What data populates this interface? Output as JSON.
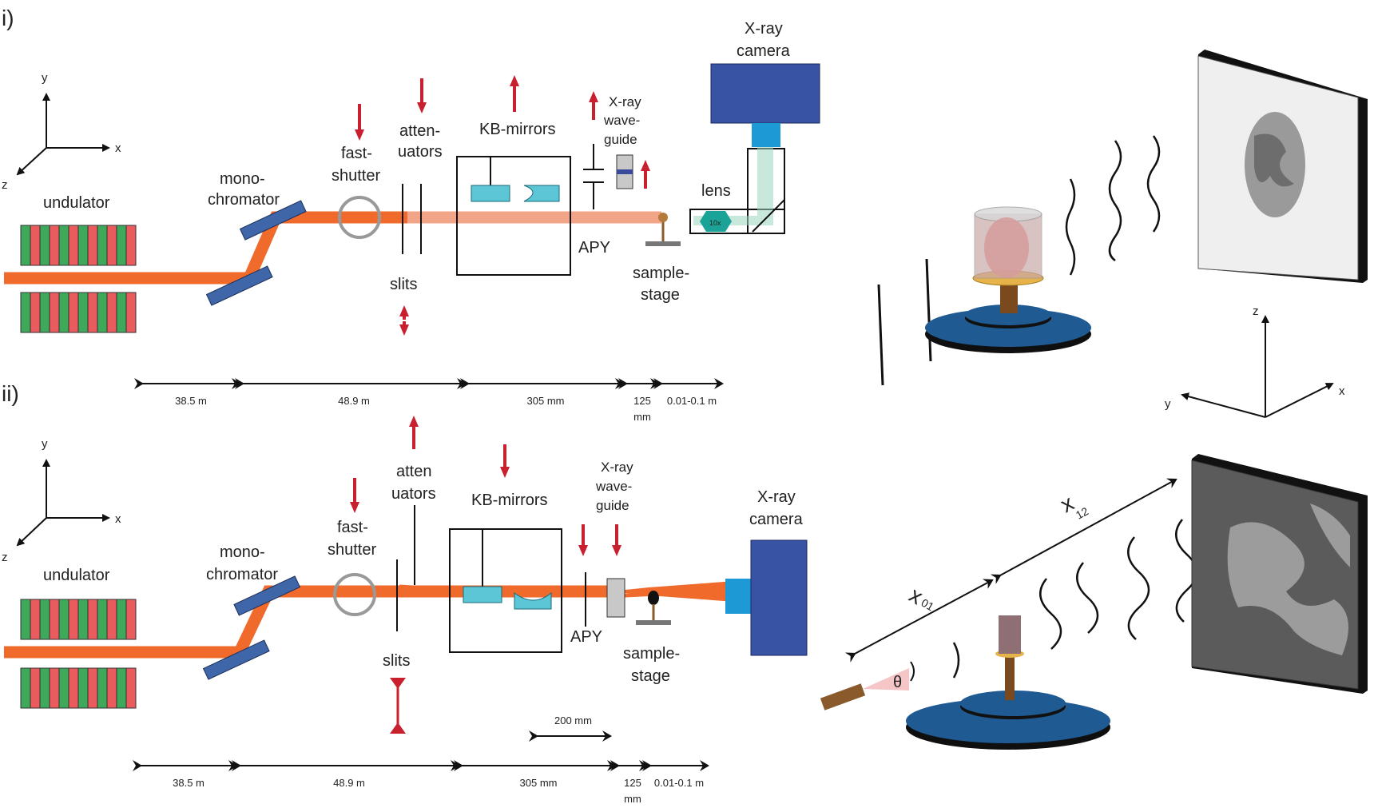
{
  "panel_i": {
    "label": "i)",
    "axes": {
      "y": "y",
      "x": "x",
      "z": "z"
    },
    "undulator": "undulator",
    "mono1": "mono-",
    "mono2": "chromator",
    "shutter1": "fast-",
    "shutter2": "shutter",
    "atten1": "atten-",
    "atten2": "uators",
    "slits": "slits",
    "kb": "KB-mirrors",
    "wg1": "X-ray",
    "wg2": "wave-",
    "wg3": "guide",
    "apy": "APY",
    "lens": "lens",
    "lens_mag": "10x",
    "cam1": "X-ray",
    "cam2": "camera",
    "stage1": "sample-",
    "stage2": "stage",
    "dims": [
      "38.5 m",
      "48.9 m",
      "305 mm",
      "125",
      "mm",
      "0.01-0.1 m"
    ]
  },
  "panel_ii": {
    "label": "ii)",
    "axes": {
      "y": "y",
      "x": "x",
      "z": "z"
    },
    "undulator": "undulator",
    "mono1": "mono-",
    "mono2": "chromator",
    "shutter1": "fast-",
    "shutter2": "shutter",
    "atten1": "atten",
    "atten2": "uators",
    "slits": "slits",
    "kb": "KB-mirrors",
    "wg1": "X-ray",
    "wg2": "wave-",
    "wg3": "guide",
    "apy": "APY",
    "cam1": "X-ray",
    "cam2": "camera",
    "stage1": "sample-",
    "stage2": "stage",
    "scale": "200 mm",
    "dims": [
      "38.5 m",
      "48.9 m",
      "305 mm",
      "125",
      "mm",
      "0.01-0.1 m"
    ]
  },
  "right": {
    "axes": {
      "z": "z",
      "y": "y",
      "x": "x"
    },
    "x01": "x",
    "x01_sub": "01",
    "x12": "x",
    "x12_sub": "12",
    "theta": "θ"
  },
  "colors": {
    "beam": "#f06a2c",
    "beam_pale": "#f2a487",
    "arrow": "#c8202f",
    "magnet_red": "#e95b5d",
    "magnet_green": "#3ea85b",
    "mono": "#3f66a8",
    "camera": "#3852a4",
    "mirror": "#5cc6d6",
    "stage": "#1f5a92"
  }
}
